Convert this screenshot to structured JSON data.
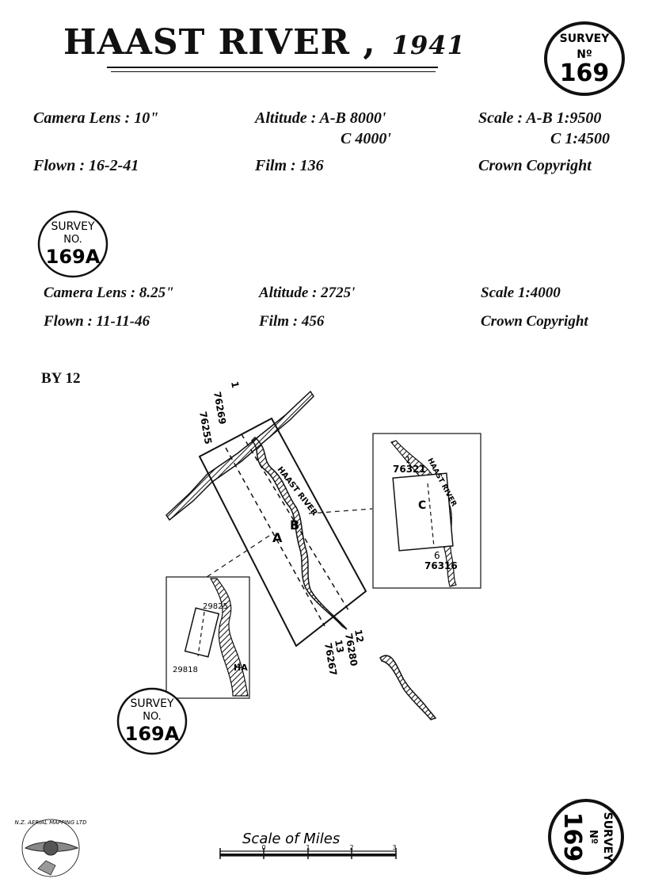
{
  "title": {
    "main": "HAAST RIVER ,",
    "year": "1941"
  },
  "survey_169": {
    "stamp": {
      "line1": "SURVEY",
      "line2": "Nº",
      "line3": "169"
    },
    "camera_lens": "Camera Lens : 10\"",
    "altitude_ab": "Altitude : A-B  8000'",
    "altitude_c": "C  4000'",
    "scale_ab": "Scale : A-B  1:9500",
    "scale_c": "C  1:4500",
    "flown": "Flown : 16-2-41",
    "film": "Film : 136",
    "copyright": "Crown Copyright"
  },
  "survey_169a": {
    "stamp": {
      "line1": "SURVEY",
      "line2": "NO.",
      "line3": "169A"
    },
    "camera_lens": "Camera Lens : 8.25\"",
    "altitude": "Altitude : 2725'",
    "scale": "Scale 1:4000",
    "flown": "Flown :  11-11-46",
    "film": "Film :  456",
    "copyright": "Crown Copyright"
  },
  "index_label": "BY 12",
  "map": {
    "river_label": "HAAST RIVER",
    "inset_river_label": "HAAST RIVER",
    "run_labels": {
      "a": "A",
      "b": "B",
      "c": "C"
    },
    "frames_main": {
      "top_run1": "1",
      "top_run1_num": "76269",
      "top_run2_num": "76255",
      "bottom_12": "12",
      "bottom_76280": "76280",
      "bottom_13": "13",
      "bottom_76267": "76267"
    },
    "frames_c": {
      "top": "1",
      "top_num": "76321",
      "bottom": "6",
      "bottom_num": "76316"
    },
    "frames_169a": {
      "top_num": "29825",
      "bottom_num": "29818",
      "river_fragment": "HA"
    }
  },
  "scale_bar": {
    "title": "Scale of Miles",
    "ticks": [
      "0",
      "1",
      "2",
      "3"
    ]
  },
  "logo": {
    "text": "N.Z. AERIAL MAPPING LTD"
  },
  "bottom_stamp": {
    "line1": "SURVEY",
    "line2": "Nº",
    "line3": "169"
  }
}
